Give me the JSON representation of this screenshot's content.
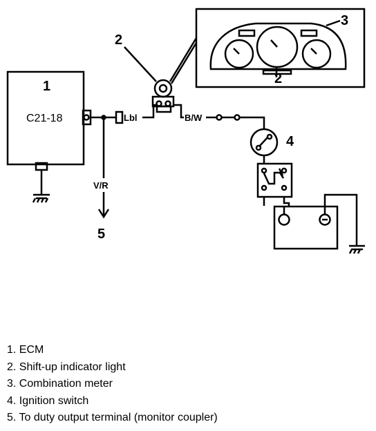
{
  "diagram": {
    "callouts": {
      "ecm": "1",
      "indicator_light": "2",
      "meter": "3",
      "ignition_switch": "4",
      "output_terminal": "5",
      "meter_inset_pointer": "2"
    },
    "ecm_terminal": "C21-18",
    "wire_labels": {
      "lbl": "Lbl",
      "bw": "B/W",
      "vr": "V/R"
    }
  },
  "legend": [
    "1. ECM",
    "2. Shift-up indicator light",
    "3. Combination meter",
    "4. Ignition switch",
    "5. To duty output terminal (monitor coupler)"
  ]
}
